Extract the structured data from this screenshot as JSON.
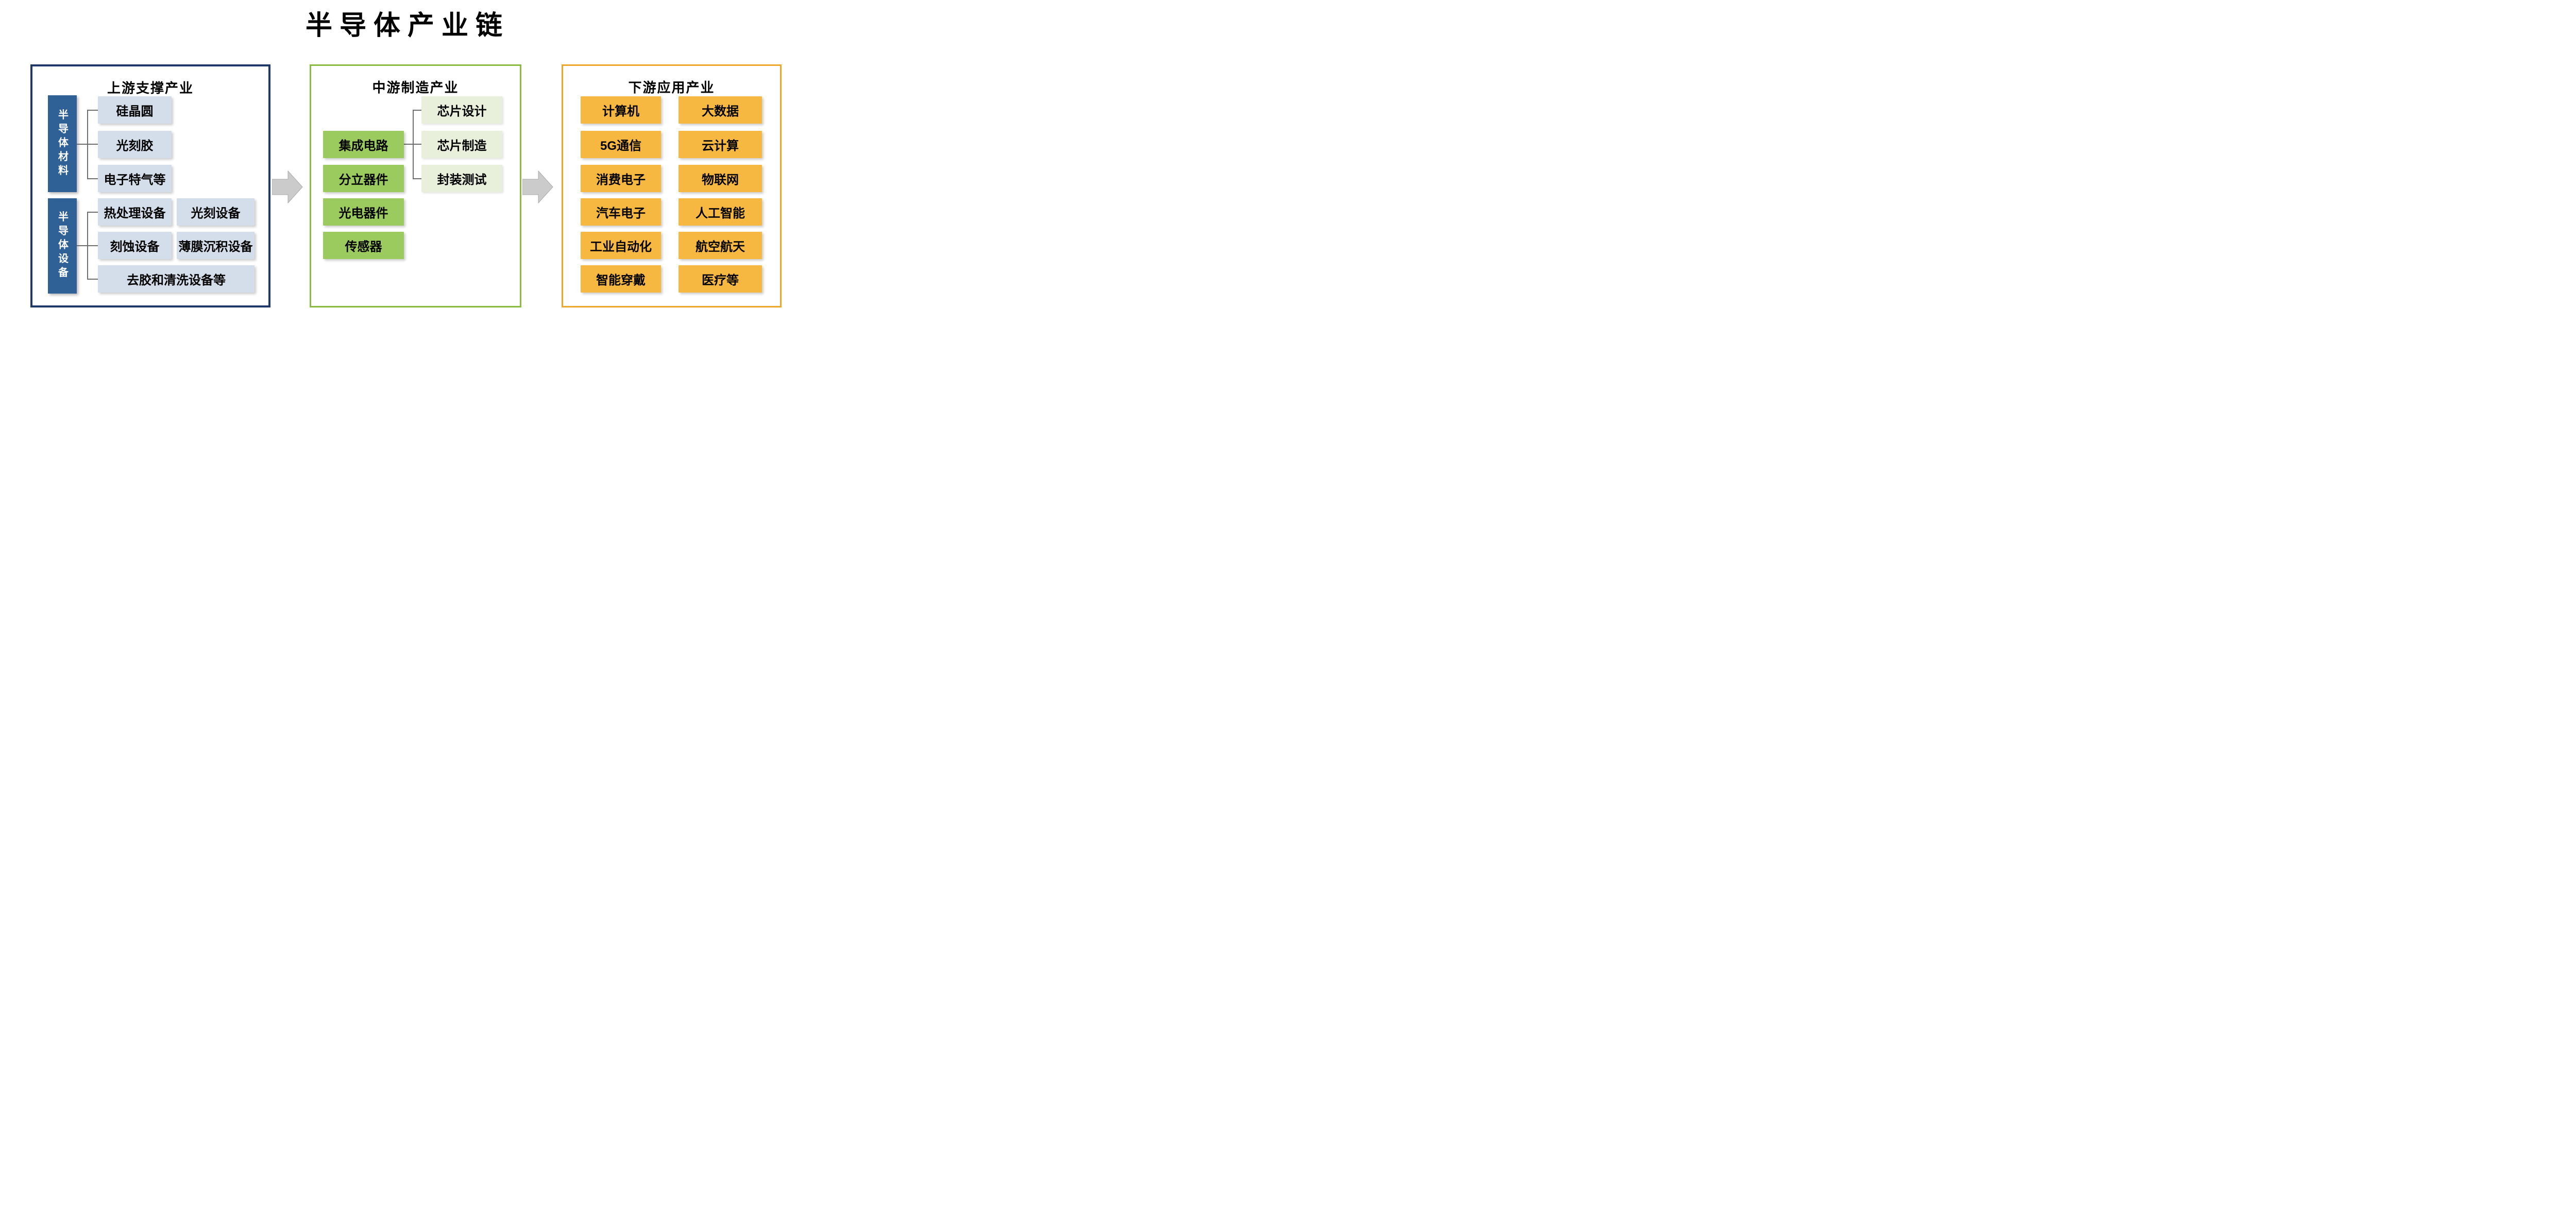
{
  "title": "半导体产业链",
  "colors": {
    "panel_navy_border": "#1f3a68",
    "panel_green_border": "#8abc3f",
    "panel_orange_border": "#eda82c",
    "vertical_label_bg": "#2f6096",
    "light_blue_box": "#d4deea",
    "medium_green_box": "#9bcb5e",
    "light_green_box": "#e8f0dc",
    "orange_box": "#f7b842",
    "arrow_fill": "#cbcbcb",
    "arrow_stroke": "#a9a9a9",
    "connector_line": "#6e6e6e"
  },
  "upstream": {
    "title": "上游支撑产业",
    "materials": {
      "label": "半导体材料",
      "items": [
        "硅晶圆",
        "光刻胶",
        "电子特气等"
      ]
    },
    "equipment": {
      "label": "半导体设备",
      "items_left": [
        "热处理设备",
        "刻蚀设备"
      ],
      "items_right": [
        "光刻设备",
        "薄膜沉积设备"
      ],
      "item_wide": "去胶和清洗设备等"
    }
  },
  "midstream": {
    "title": "中游制造产业",
    "primary": [
      "集成电路",
      "分立器件",
      "光电器件",
      "传感器"
    ],
    "ic_children": [
      "芯片设计",
      "芯片制造",
      "封装测试"
    ]
  },
  "downstream": {
    "title": "下游应用产业",
    "col_left": [
      "计算机",
      "5G通信",
      "消费电子",
      "汽车电子",
      "工业自动化",
      "智能穿戴"
    ],
    "col_right": [
      "大数据",
      "云计算",
      "物联网",
      "人工智能",
      "航空航天",
      "医疗等"
    ]
  }
}
